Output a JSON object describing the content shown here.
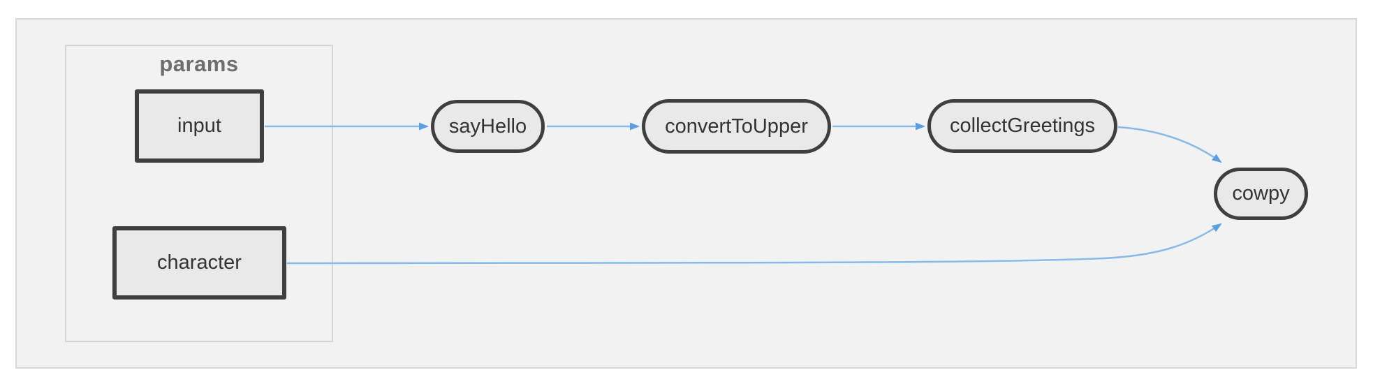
{
  "diagram": {
    "group": {
      "label": "params"
    },
    "nodes": {
      "input": {
        "label": "input",
        "shape": "rectangle",
        "group": "params"
      },
      "character": {
        "label": "character",
        "shape": "rectangle",
        "group": "params"
      },
      "sayHello": {
        "label": "sayHello",
        "shape": "pill"
      },
      "convertToUpper": {
        "label": "convertToUpper",
        "shape": "pill"
      },
      "collectGreetings": {
        "label": "collectGreetings",
        "shape": "pill"
      },
      "cowpy": {
        "label": "cowpy",
        "shape": "pill"
      }
    },
    "edges": [
      {
        "from": "input",
        "to": "sayHello"
      },
      {
        "from": "sayHello",
        "to": "convertToUpper"
      },
      {
        "from": "convertToUpper",
        "to": "collectGreetings"
      },
      {
        "from": "collectGreetings",
        "to": "cowpy"
      },
      {
        "from": "character",
        "to": "cowpy"
      }
    ],
    "colors": {
      "canvas_bg": "#f2f2f2",
      "canvas_border": "#d8d8d8",
      "group_border": "#d4d4d4",
      "group_label": "#6e6e6e",
      "node_fill": "#e9e9e9",
      "node_border": "#3f3f3f",
      "node_text": "#333333",
      "edge_line": "#88bae8",
      "edge_arrow": "#5c9fe0"
    }
  }
}
